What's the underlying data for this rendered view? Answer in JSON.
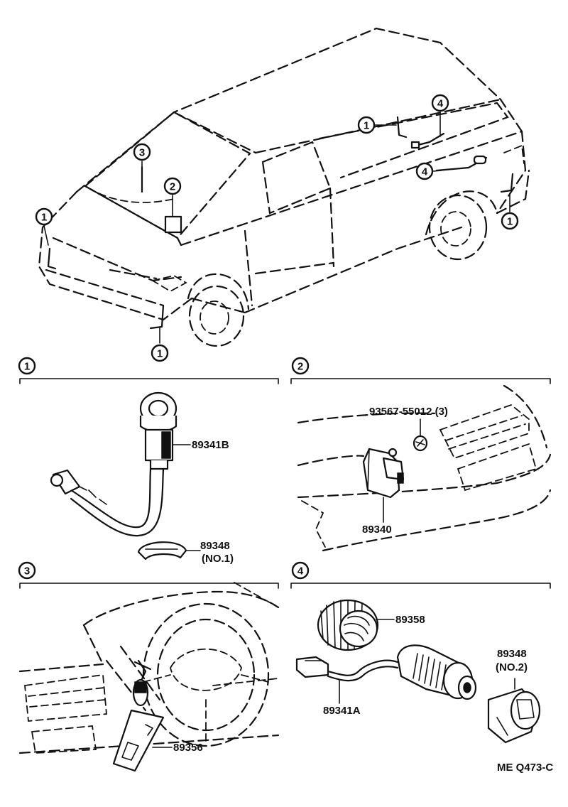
{
  "callouts": {
    "c1": "1",
    "c2": "2",
    "c3": "3",
    "c4": "4"
  },
  "parts": {
    "p89341B": "89341B",
    "p89348": "89348",
    "p89348_no1": "(NO.1)",
    "p93567": "93567-55012 (3)",
    "p89340": "89340",
    "p89356": "89356",
    "p89358": "89358",
    "p89341A": "89341A",
    "p89348b": "89348",
    "p89348_no2": "(NO.2)"
  },
  "drawing_code": "ME Q473-C"
}
